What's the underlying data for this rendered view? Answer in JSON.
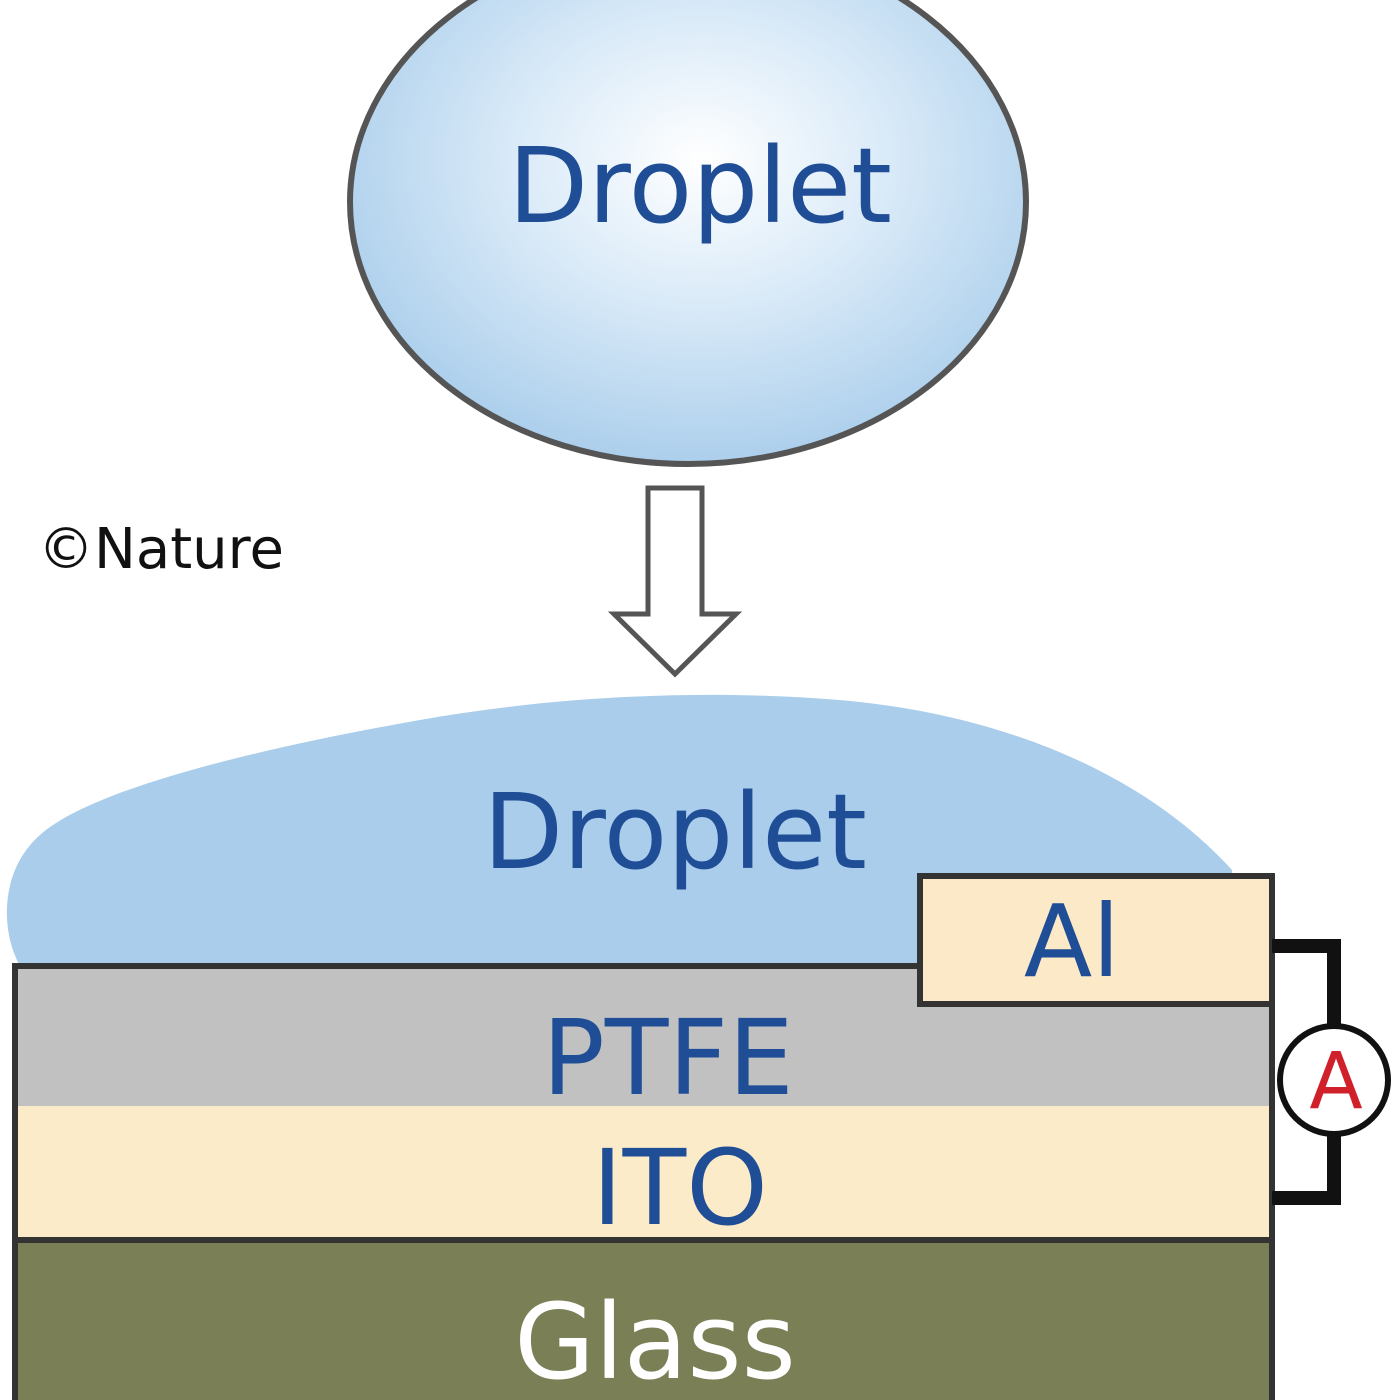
{
  "copyright": "©Nature",
  "falling_droplet": {
    "label": "Droplet"
  },
  "spread_droplet": {
    "label": "Droplet"
  },
  "layers": {
    "al": "Al",
    "ptfe": "PTFE",
    "ito": "ITO",
    "glass": "Glass"
  },
  "ammeter": {
    "label": "A"
  },
  "colors": {
    "droplet_fill": "#b4d5ef",
    "droplet_outline": "#555555",
    "spread_droplet_fill": "#a9cdeb",
    "al_fill": "#fbe9c8",
    "ptfe_fill": "#c1c1c1",
    "ito_fill": "#fbebc9",
    "glass_fill": "#7a7f55",
    "text_blue": "#1f4e96",
    "ammeter_red": "#d0202a",
    "wire": "#111111"
  }
}
